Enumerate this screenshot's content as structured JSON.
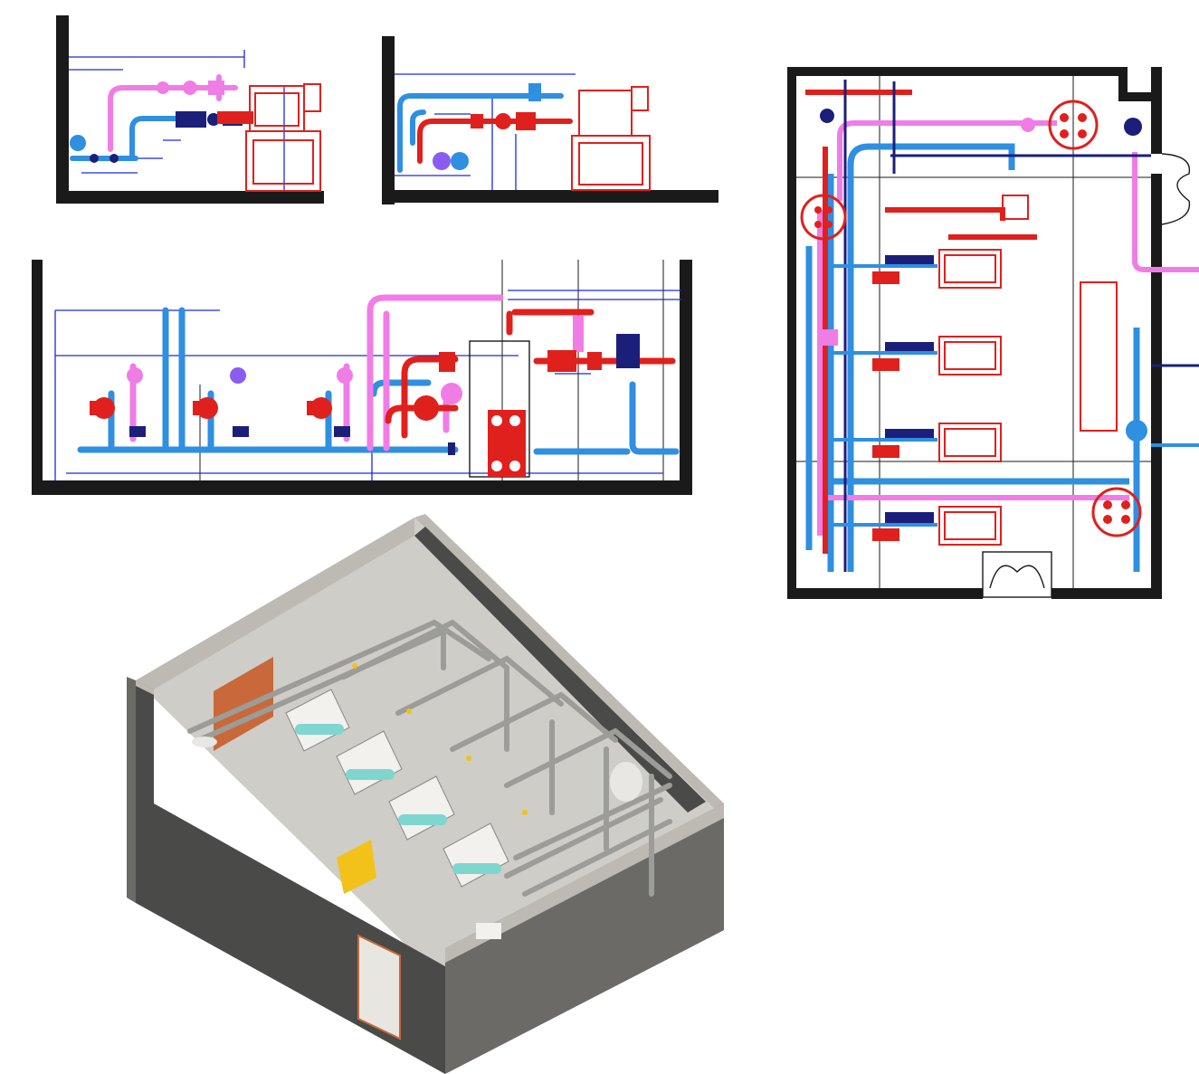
{
  "drawing": {
    "views": [
      "section-left",
      "section-right",
      "long-elevation",
      "floor-plan",
      "isometric-3d"
    ]
  },
  "colors": {
    "wall": "#1a1a1a",
    "dimension": "#1a2bd6",
    "hot_pipe": "#e0201c",
    "cold_pipe": "#2f8fe0",
    "return_pipe": "#f07de6",
    "valve_dark": "#1b1f7a",
    "pump_violet": "#8a5cf0",
    "concrete_light": "#bdbab3",
    "concrete_dark": "#4a4a48",
    "floor": "#cfcdc7",
    "door_wood": "#c9683a",
    "panel_yellow": "#f2c21a",
    "tank_teal": "#7fd6cf"
  }
}
